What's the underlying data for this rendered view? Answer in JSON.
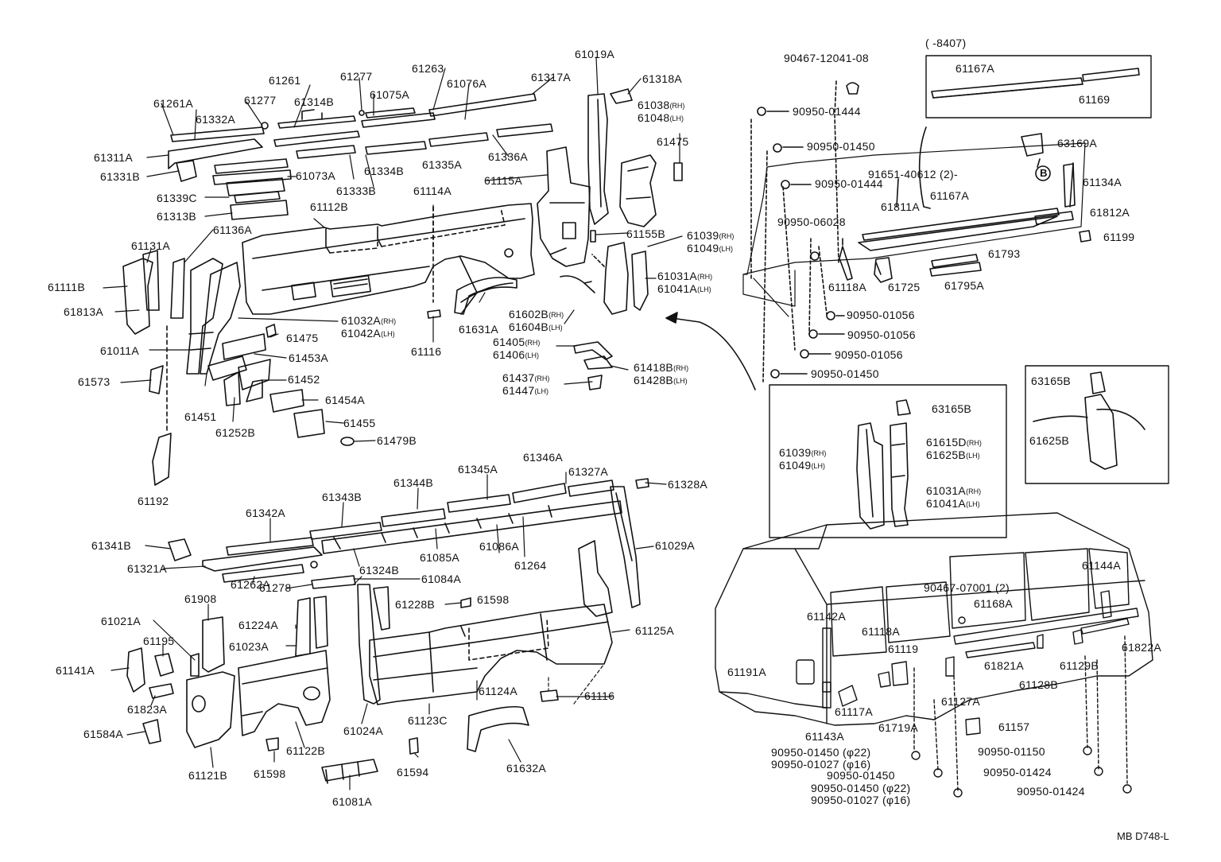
{
  "page": {
    "code": "MB D748-L"
  },
  "date_range": "(        -8407)",
  "labels": [
    "61019A",
    "61318A",
    "61261",
    "61277",
    "61263",
    "61076A",
    "61317A",
    "61261A",
    "61277",
    "61314B",
    "61075A",
    "61332A",
    "61311A",
    "61331B",
    "61073A",
    "61334B",
    "61335A",
    "61336A",
    "61339C",
    "61333B",
    "61313B",
    "61114A",
    "61115A",
    "61112B",
    "61136A",
    "61131A",
    "61111B",
    "61813A",
    "61011A",
    "61573",
    "61451",
    "61252B",
    "61455",
    "61479B",
    "61454A",
    "61452",
    "61453A",
    "61475",
    "61475",
    "61155B",
    "61116",
    "61631A",
    "61192",
    "61328A",
    "61346A",
    "61327A",
    "61345A",
    "61344B",
    "61343B",
    "61342A",
    "61341B",
    "61321A",
    "61262A",
    "61278",
    "61324B",
    "61085A",
    "61086A",
    "61264",
    "61084A",
    "61029A",
    "61908",
    "61021A",
    "61195",
    "61141A",
    "61823A",
    "61584A",
    "61121B",
    "61598",
    "61122B",
    "61224A",
    "61023A",
    "61228B",
    "61598",
    "61024A",
    "61123C",
    "61124A",
    "61125A",
    "61116",
    "61632A",
    "61594",
    "61081A",
    "90467-12041-08",
    "90950-01444",
    "90950-01450",
    "90950-01444",
    "90950-06028",
    "90950-01056",
    "90950-01056",
    "90950-01056",
    "90950-01450",
    "61167A",
    "61169",
    "63169A",
    "61134A",
    "61167A",
    "61811A",
    "61812A",
    "61199",
    "61118A",
    "61725",
    "61793",
    "61795A",
    "63165B",
    "63165B",
    "61625B",
    "61144A",
    "90467-07001 (2)",
    "61142A",
    "61118A",
    "61168A",
    "61119",
    "61191A",
    "61821A",
    "61128B",
    "61129B",
    "61822A",
    "61117A",
    "61143A",
    "61719A",
    "61127A",
    "61157",
    "90950-01150",
    "90950-01424",
    "90950-01424",
    "90950-01450"
  ],
  "pairs": [
    {
      "rh": "61038",
      "lh": "61048"
    },
    {
      "rh": "61039",
      "lh": "61049"
    },
    {
      "rh": "61031A",
      "lh": "61041A"
    },
    {
      "rh": "61032A",
      "lh": "61042A"
    },
    {
      "rh": "61602B",
      "lh": "61604B"
    },
    {
      "rh": "61405",
      "lh": "61406"
    },
    {
      "rh": "61418B",
      "lh": "61428B"
    },
    {
      "rh": "61437",
      "lh": "61447"
    },
    {
      "rh": "61039",
      "lh": "61049"
    },
    {
      "rh": "61615D",
      "lh": "61625B"
    },
    {
      "rh": "61031A",
      "lh": "61041A"
    }
  ],
  "side": {
    "rh": "(RH)",
    "lh": "(LH)"
  },
  "clips": [
    {
      "text": "91651-40612 (2)-",
      "mark": "B"
    },
    {
      "a": "90950-01450 (φ22)",
      "b": "90950-01027 (φ16)"
    },
    {
      "a": "90950-01450 (φ22)",
      "b": "90950-01027 (φ16)"
    }
  ]
}
